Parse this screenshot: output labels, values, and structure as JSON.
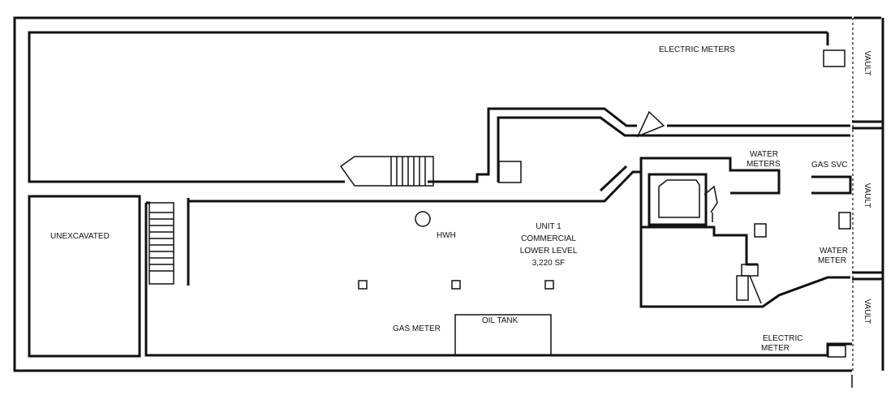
{
  "labels": {
    "electric_meters": "ELECTRIC METERS",
    "vault_top": "VAULT",
    "vault_mid": "VAULT",
    "vault_bottom": "VAULT",
    "water_meters_line1": "WATER",
    "water_meters_line2": "METERS",
    "gas_svc": "GAS SVC",
    "unexcavated": "UNEXCAVATED",
    "hwh": "HWH",
    "unit_line1": "UNIT 1",
    "unit_line2": "COMMERCIAL",
    "unit_line3": "LOWER LEVEL",
    "unit_line4": "3,220 SF",
    "water_meter_line1": "WATER",
    "water_meter_line2": "METER",
    "gas_meter": "GAS METER",
    "oil_tank": "OIL TANK",
    "electric_meter_line1": "ELECTRIC",
    "electric_meter_line2": "METER"
  }
}
